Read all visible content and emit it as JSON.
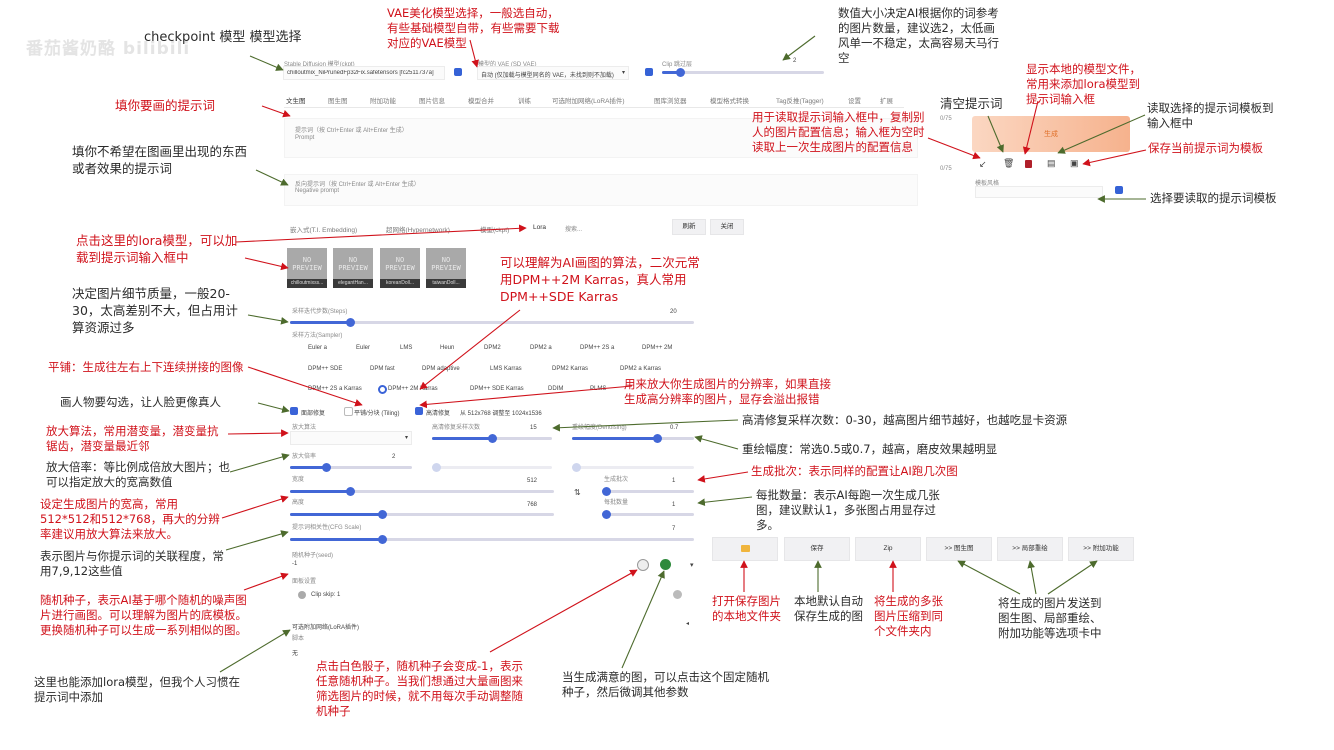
{
  "watermark": "番茄酱奶酪 bilibili",
  "ui": {
    "checkpoint_label": "Stable Diffusion 模型(ckpt)",
    "checkpoint_value": "chilloutmix_NiPrunedFp32Fix.safetensors [fc2511737a]",
    "vae_label": "模型的 VAE (SD VAE)",
    "vae_value": "自动 (仅加载与模型同名的 VAE，未找到则不加载)",
    "clip_label": "Clip 跳过层",
    "clip_value": "2",
    "tabs": [
      "文生图",
      "图生图",
      "附加功能",
      "图片信息",
      "模型合并",
      "训练",
      "可选附加网络(LoRA插件)",
      "图库浏览器",
      "模型格式转换",
      "Tag反推(Tagger)",
      "设置",
      "扩展"
    ],
    "prompt_label": "提示词（按 Ctrl+Enter 或 Alt+Enter 生成）",
    "prompt_placeholder": "Prompt",
    "prompt_count": "0/75",
    "neg_label": "反向提示词（按 Ctrl+Enter 或 Alt+Enter 生成）",
    "neg_placeholder": "Negative prompt",
    "neg_count": "0/75",
    "generate": "生成",
    "style_label": "模板风格",
    "network_tabs": [
      "嵌入式(T.I. Embedding)",
      "超网络(Hypernetwork)",
      "模型(ckpt)",
      "Lora"
    ],
    "search_placeholder": "搜索...",
    "refresh": "刷新",
    "close": "关闭",
    "lora_cards": [
      {
        "img": "NO PREVIEW",
        "name": "chilloutmixss..."
      },
      {
        "img": "NO PREVIEW",
        "name": "elegantHan..."
      },
      {
        "img": "NO PREVIEW",
        "name": "koreanDoll..."
      },
      {
        "img": "NO PREVIEW",
        "name": "taiwanDoll..."
      }
    ],
    "steps_label": "采样迭代步数(Steps)",
    "steps_value": "20",
    "sampler_label": "采样方法(Sampler)",
    "samplers_row1": [
      "Euler a",
      "Euler",
      "LMS",
      "Heun",
      "DPM2",
      "DPM2 a",
      "DPM++ 2S a",
      "DPM++ 2M"
    ],
    "samplers_row2": [
      "DPM++ SDE",
      "DPM fast",
      "DPM adaptive",
      "LMS Karras",
      "DPM2 Karras",
      "DPM2 a Karras"
    ],
    "samplers_row3": [
      "DPM++ 2S a Karras",
      "DPM++ 2M Karras",
      "DPM++ SDE Karras",
      "DDIM",
      "PLMS"
    ],
    "restore_faces": "面部修复",
    "tiling": "平铺/分块 (Tiling)",
    "hires_fix": "高清修复",
    "hires_info": "从 512x768 调整至 1024x1536",
    "upscaler_label": "放大算法",
    "hires_steps_label": "高清修复采样次数",
    "hires_steps_value": "15",
    "denoise_label": "重绘幅度(Denoising)",
    "denoise_value": "0.7",
    "upscale_by_label": "放大倍率",
    "upscale_by_value": "2",
    "width_label": "宽度",
    "width_value": "512",
    "height_label": "高度",
    "height_value": "768",
    "batch_count_label": "生成批次",
    "batch_count_value": "1",
    "batch_size_label": "每批数量",
    "batch_size_value": "1",
    "cfg_label": "提示词相关性(CFG Scale)",
    "cfg_value": "7",
    "seed_label": "随机种子(seed)",
    "seed_value": "-1",
    "extra_label": "面板设置",
    "clip_skip": "Clip skip: 1",
    "addnet_label": "可选附加网络(LoRA插件)",
    "script_label": "脚本",
    "script_value": "无",
    "out_buttons": [
      "",
      "保存",
      "Zip",
      ">> 图生图",
      ">> 局部重绘",
      ">> 附加功能"
    ]
  },
  "notes": {
    "checkpoint": "checkpoint 模型 模型选择",
    "vae": "VAE美化模型选择，一般选自动，有些基础模型自带，有些需要下载对应的VAE模型",
    "clip": "数值大小决定AI根据你的词参考的图片数量，建议选2，太低画风单一不稳定，太高容易天马行空",
    "local_models": "显示本地的模型文件，常用来添加lora模型到提示词输入框",
    "prompt": "填你要画的提示词",
    "neg": "填你不希望在图画里出现的东西或者效果的提示词",
    "clear": "清空提示词",
    "read_info": "用于读取提示词输入框中，复制别人的图片配置信息；输入框为空时读取上一次生成图片的配置信息",
    "read_template": "读取选择的提示词模板到输入框中",
    "save_template": "保存当前提示词为模板",
    "select_template": "选择要读取的提示词模板",
    "lora": "点击这里的lora模型，可以加载到提示词输入框中",
    "sampler": "可以理解为AI画图的算法，二次元常用DPM++2M Karras，真人常用DPM++SDE Karras",
    "steps": "决定图片细节质量，一般20-30，太高差别不大，但占用计算资源过多",
    "tiling": "平铺：生成往左右上下连续拼接的图像",
    "face": "画人物要勾选，让人脸更像真人",
    "hires": "用来放大你生成图片的分辨率，如果直接生成高分辨率的图片，显存会溢出报错",
    "hires_steps": "高清修复采样次数：0-30，越高图片细节越好，也越吃显卡资源",
    "denoise": "重绘幅度：常选0.5或0.7，越高，磨皮效果越明显",
    "batch_count": "生成批次：表示同样的配置让AI跑几次图",
    "batch_size": "每批数量：表示AI每跑一次生成几张图，建议默认1，多张图占用显存过多。",
    "upscaler": "放大算法，常用潜变量，潜变量抗锯齿，潜变量最近邻",
    "upscale_by": "放大倍率：等比例成倍放大图片；也可以指定放大的宽高数值",
    "size": "设定生成图片的宽高，常用512*512和512*768，再大的分辨率建议用放大算法来放大。",
    "cfg": "表示图片与你提示词的关联程度，常用7,9,12这些值",
    "seed": "随机种子，表示AI基于哪个随机的噪声图片进行画图。可以理解为图片的底模板。更换随机种子可以生成一系列相似的图。",
    "dice": "点击白色骰子，随机种子会变成-1，表示任意随机种子。当我们想通过大量画图来筛选图片的时候，就不用每次手动调整随机种子",
    "recycle": "当生成满意的图，可以点击这个固定随机种子，然后微调其他参数",
    "addnet": "这里也能添加lora模型，但我个人习惯在提示词中添加",
    "open_folder": "打开保存图片的本地文件夹",
    "save": "本地默认自动保存生成的图",
    "zip": "将生成的多张图片压缩到同个文件夹内",
    "send": "将生成的图片发送到图生图、局部重绘、附加功能等选项卡中"
  }
}
